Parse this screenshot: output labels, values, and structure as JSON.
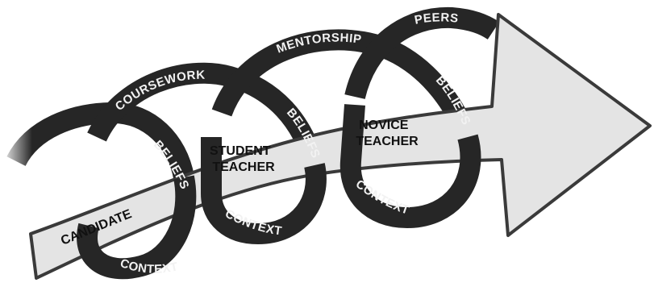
{
  "diagram": {
    "stages": {
      "candidate": "CANDIDATE",
      "student_teacher": [
        "STUDENT",
        "TEACHER"
      ],
      "novice_teacher": [
        "NOVICE",
        "TEACHER"
      ]
    },
    "ring_labels": {
      "coursework": "COURSEWORK",
      "mentorship": "MENTORSHIP",
      "peers": "PEERS",
      "beliefs_1": "BELIEFS",
      "beliefs_2": "BELIEFS",
      "beliefs_3": "BELIEFS",
      "context_1": "CONTEXT",
      "context_2": "CONTEXT",
      "context_3": "CONTEXT"
    },
    "colors": {
      "arrow_fill": "#e4e4e4",
      "arrow_stroke": "#3a3a3a",
      "ring": "#262626",
      "ring_text": "#f2f2f2",
      "stage_text": "#111111"
    }
  }
}
